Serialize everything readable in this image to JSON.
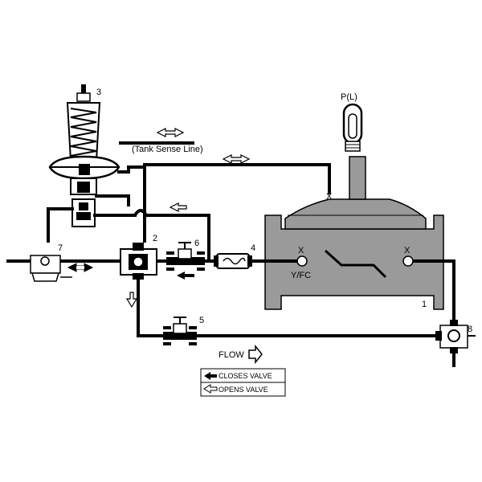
{
  "labels": {
    "n1": "1",
    "n2": "2",
    "n3": "3",
    "n4": "4",
    "n5": "5",
    "n6": "6",
    "n7": "7",
    "n8": "8",
    "pl": "P(L)",
    "tank": "(Tank Sense Line)",
    "yfc": "Y/FC",
    "x1": "X",
    "x2": "X",
    "x3": "X",
    "flow": "FLOW"
  },
  "legend": {
    "closes": "CLOSES VALVE",
    "opens": "OPENS VALVE"
  },
  "icons": [
    "closes-arrow-icon",
    "opens-arrow-icon",
    "flow-arrow-icon",
    "bidirectional-arrow-icon"
  ]
}
